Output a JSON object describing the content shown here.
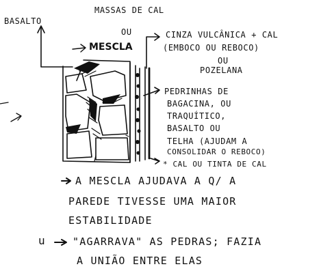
{
  "colors": {
    "ink": "#111111",
    "paper": "#ffffff"
  },
  "labels": {
    "basalto": "BASALTO",
    "massas_de_cal": "MASSAS DE CAL",
    "ou_1": "OU",
    "mescla": "MESCLA",
    "cinza": "CINZA VULCÂNICA + CAL",
    "emboco": "(EMBOCO OU REBOCO)",
    "ou_2": "OU",
    "pozelana": "POZELANA",
    "pedrinhas_1": "PEDRINHAS DE",
    "pedrinhas_2": "BAGACINA, OU",
    "pedrinhas_3": "TRAQUÍTICO,",
    "pedrinhas_4": "BASALTO OU",
    "pedrinhas_5": "TELHA (AJUDAM A",
    "pedrinhas_6": "CONSOLIDAR O REBOCO)",
    "cal_tinta": "* CAL OU TINTA DE CAL",
    "note1_1": "A MESCLA AJUDAVA A Q/ A",
    "note1_2": "PAREDE TIVESSE UMA MAIOR",
    "note1_3": "ESTABILIDADE",
    "note2_1": "\"AGARRAVA\" AS PEDRAS; FAZIA",
    "note2_2": "A UNIÃO ENTRE ELAS",
    "left_fragment": "u"
  }
}
